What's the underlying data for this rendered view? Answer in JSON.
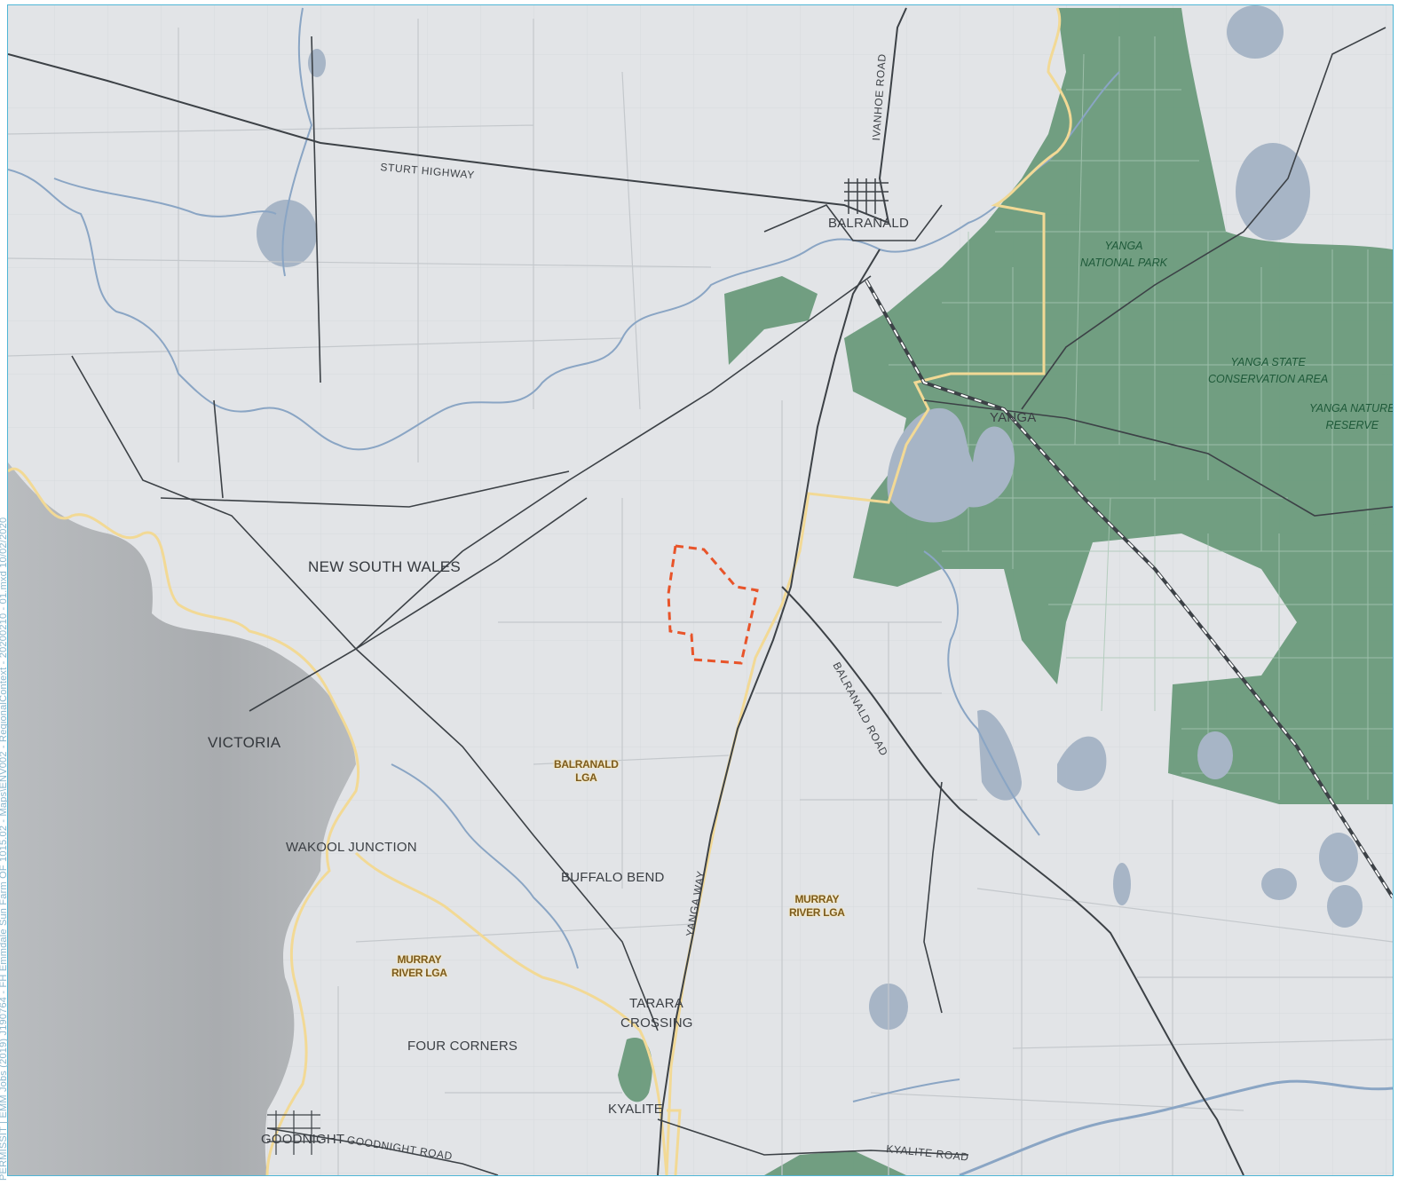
{
  "map": {
    "side_note": "PERMISSIT | EMM Jobs (2019) J190764 - FH Emmdale Sun Farm OF 1015.02 - Maps\\ENV002 - RegionalContext - 20200210 - 01.mxd 10/02/2020",
    "colors": {
      "background": "#e2e4e7",
      "victoria_shade": "#a9acaf",
      "water": "#a7b5c6",
      "river": "#8aa5c4",
      "park": "#6b9a7c",
      "road_major": "#3c4146",
      "road_minor": "#c4c8cc",
      "lga_boundary": "#f2d995",
      "site_boundary": "#e8542a"
    },
    "regions": {
      "nsw": "NEW SOUTH WALES",
      "vic": "VICTORIA"
    },
    "towns": {
      "balranald": "BALRANALD",
      "yanga": "YANGA",
      "wakool_junction": "WAKOOL JUNCTION",
      "buffalo_bend": "BUFFALO BEND",
      "tarara_crossing_1": "TARARA",
      "tarara_crossing_2": "CROSSING",
      "four_corners": "FOUR CORNERS",
      "kyalite": "KYALITE",
      "goodnight": "GOODNIGHT"
    },
    "roads": {
      "sturt_highway": "STURT HIGHWAY",
      "ivanhoe_road": "IVANHOE ROAD",
      "balranald_road": "BALRANALD ROAD",
      "yanga_way": "YANGA WAY",
      "goodnight_road": "GOODNIGHT ROAD",
      "kyalite_road": "KYALITE ROAD"
    },
    "lgas": {
      "balranald_1": "BALRANALD",
      "balranald_2": "LGA",
      "murray_east_1": "MURRAY",
      "murray_east_2": "RIVER LGA",
      "murray_west_1": "MURRAY",
      "murray_west_2": "RIVER LGA"
    },
    "parks": {
      "yanga_np_1": "YANGA",
      "yanga_np_2": "NATIONAL PARK",
      "yanga_sca_1": "YANGA STATE",
      "yanga_sca_2": "CONSERVATION AREA",
      "yanga_nr_1": "YANGA NATURE",
      "yanga_nr_2": "RESERVE"
    }
  }
}
